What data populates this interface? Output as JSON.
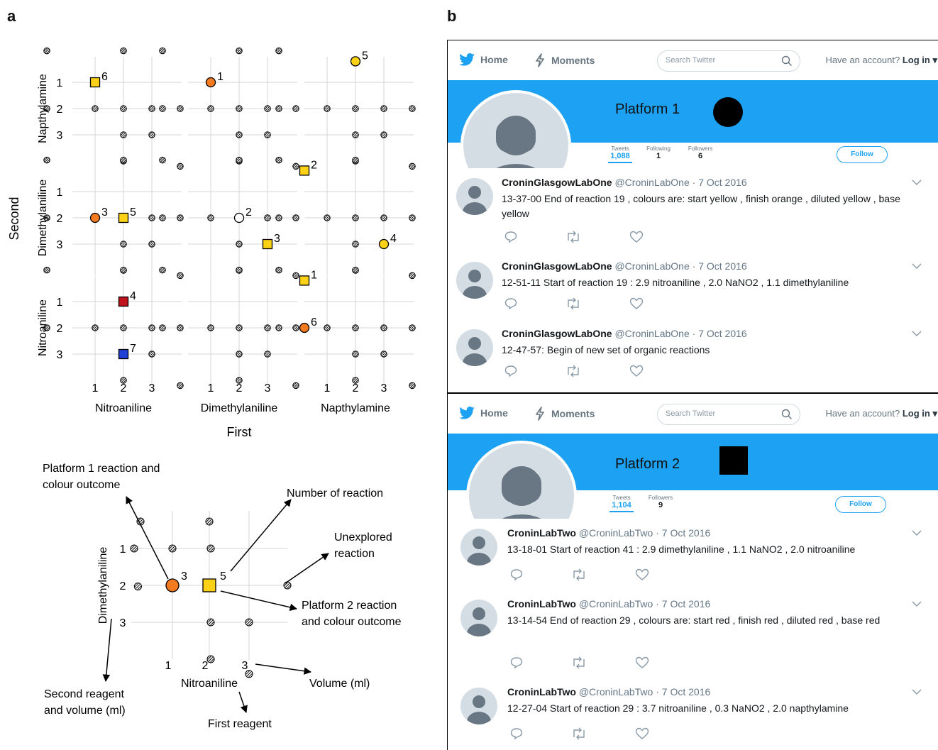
{
  "panel_a": {
    "label": "a",
    "y_axis_title": "Second",
    "x_axis_title": "First",
    "reagents": [
      "Nitroaniline",
      "Dimethylaniline",
      "Napthylamine"
    ],
    "row_reagents": [
      "Napthylamine",
      "Dimethylaniline",
      "Nitroaniline"
    ],
    "ticks": [
      "1",
      "2",
      "3"
    ],
    "colors": {
      "orange": "#f47a20",
      "yellow": "#fcd116",
      "red": "#c0121a",
      "blue": "#1f3fd6",
      "white": "#ffffff"
    },
    "markers": [
      {
        "row": 0,
        "col": 0,
        "shape": "square",
        "color": "yellow",
        "x": 1,
        "y": 1,
        "label": "6"
      },
      {
        "row": 0,
        "col": 1,
        "shape": "circle",
        "color": "orange",
        "x": 1,
        "y": 1,
        "label": "1"
      },
      {
        "row": 0,
        "col": 2,
        "shape": "circle",
        "color": "yellow",
        "x": 2,
        "y": 0.2,
        "label": "5"
      },
      {
        "row": 1,
        "col": 0,
        "shape": "circle",
        "color": "orange",
        "x": 1,
        "y": 2,
        "label": "3"
      },
      {
        "row": 1,
        "col": 0,
        "shape": "square",
        "color": "yellow",
        "x": 2,
        "y": 2,
        "label": "5"
      },
      {
        "row": 1,
        "col": 1,
        "shape": "circle",
        "color": "white",
        "x": 2,
        "y": 2,
        "label": "2"
      },
      {
        "row": 1,
        "col": 1,
        "shape": "square",
        "color": "yellow",
        "x": 3,
        "y": 3,
        "label": "3"
      },
      {
        "row": 1,
        "col": 2,
        "shape": "square",
        "color": "yellow",
        "x": 0.2,
        "y": 0.2,
        "label": "2"
      },
      {
        "row": 1,
        "col": 2,
        "shape": "circle",
        "color": "yellow",
        "x": 3,
        "y": 3,
        "label": "4"
      },
      {
        "row": 2,
        "col": 0,
        "shape": "square",
        "color": "red",
        "x": 2,
        "y": 1,
        "label": "4"
      },
      {
        "row": 2,
        "col": 0,
        "shape": "square",
        "color": "blue",
        "x": 2,
        "y": 3,
        "label": "7"
      },
      {
        "row": 2,
        "col": 2,
        "shape": "square",
        "color": "yellow",
        "x": 0.2,
        "y": 0.2,
        "label": "1"
      },
      {
        "row": 2,
        "col": 2,
        "shape": "circle",
        "color": "orange",
        "x": 0.2,
        "y": 2,
        "label": "6"
      }
    ],
    "legend": {
      "first_reagent": "Nitroaniline",
      "second_reagent": "Dimethylaniline",
      "annotations": {
        "platform1": [
          "Platform 1 reaction and",
          "colour outcome"
        ],
        "number": [
          "Number of reaction"
        ],
        "unexplored": [
          "Unexplored",
          "reaction"
        ],
        "platform2": [
          "Platform 2 reaction",
          "and colour outcome"
        ],
        "volume": [
          "Volume (ml)"
        ],
        "second": [
          "Second reagent",
          "and volume (ml)"
        ],
        "first": [
          "First reagent"
        ]
      },
      "circle_label": "3",
      "square_label": "5"
    }
  },
  "panel_b": {
    "label": "b",
    "nav": {
      "home": "Home",
      "moments": "Moments",
      "search_placeholder": "Search Twitter",
      "account_text": "Have an account?",
      "login": "Log in"
    },
    "platforms": [
      {
        "name": "Platform 1",
        "marker": "circle",
        "stats": [
          {
            "label": "Tweets",
            "value": "1,088"
          },
          {
            "label": "Following",
            "value": "1"
          },
          {
            "label": "Followers",
            "value": "6"
          }
        ],
        "follow": "Follow",
        "tweets": [
          {
            "name": "CroninGlasgowLabOne",
            "handle": "@CroninLabOne",
            "date": "· 7 Oct 2016",
            "text": "13-37-00 End of reaction 19 , colours are: start yellow , finish orange , diluted yellow , base yellow"
          },
          {
            "name": "CroninGlasgowLabOne",
            "handle": "@CroninLabOne",
            "date": "· 7 Oct 2016",
            "text": "12-51-11 Start of reaction 19 : 2.9 nitroaniline , 2.0 NaNO2 , 1.1 dimethylaniline"
          },
          {
            "name": "CroninGlasgowLabOne",
            "handle": "@CroninLabOne",
            "date": "· 7 Oct 2016",
            "text": "12-47-57: Begin of new set of organic reactions"
          }
        ]
      },
      {
        "name": "Platform 2",
        "marker": "square",
        "stats": [
          {
            "label": "Tweets",
            "value": "1,104"
          },
          {
            "label": "Followers",
            "value": "9"
          }
        ],
        "follow": "Follow",
        "tweets": [
          {
            "name": "CroninLabTwo",
            "handle": "@CroninLabTwo",
            "date": "· 7 Oct 2016",
            "text": "13-18-01 Start of reaction 41 : 2.9 dimethylaniline , 1.1 NaNO2 , 2.0 nitroaniline"
          },
          {
            "name": "CroninLabTwo",
            "handle": "@CroninLabTwo",
            "date": "· 7 Oct 2016",
            "text": "13-14-54 End of reaction 29 , colours are: start red , finish red , diluted red , base red"
          },
          {
            "name": "CroninLabTwo",
            "handle": "@CroninLabTwo",
            "date": "· 7 Oct 2016",
            "text": "12-27-04 Start of reaction 29 : 3.7 nitroaniline , 0.3 NaNO2 , 2.0 napthylamine"
          }
        ]
      }
    ]
  }
}
